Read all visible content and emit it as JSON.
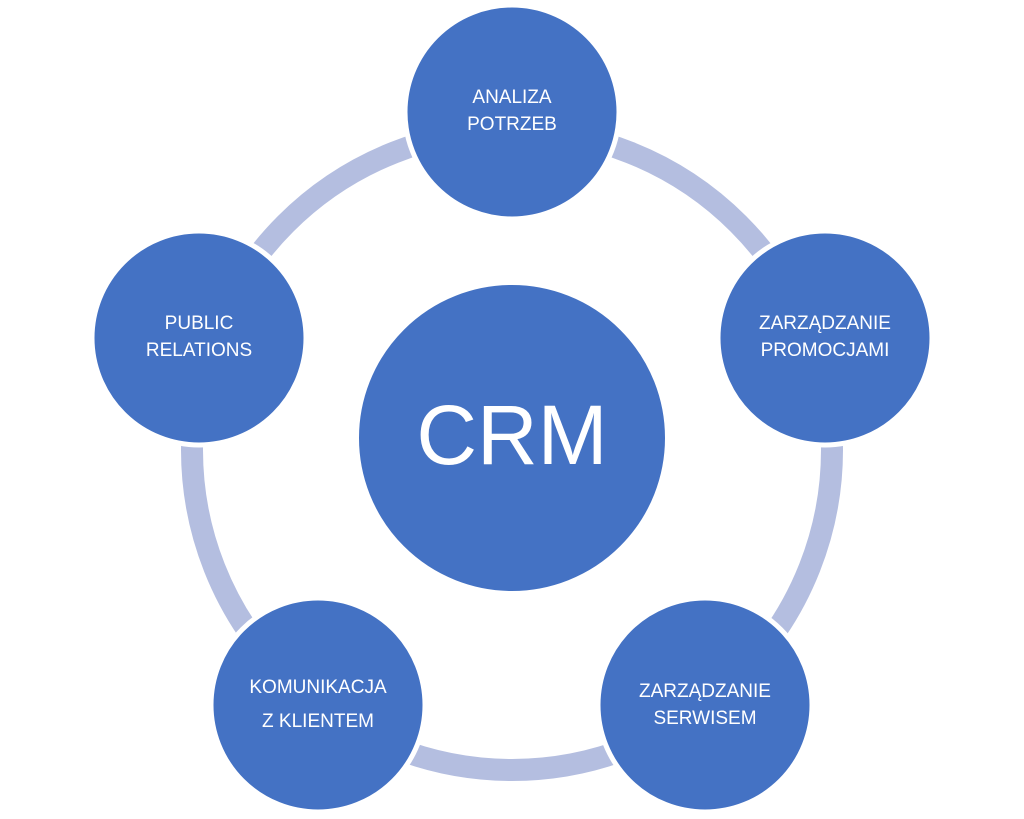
{
  "center": {
    "label": "CRM"
  },
  "nodes": [
    {
      "lines": [
        "ANALIZA",
        "POTRZEB"
      ]
    },
    {
      "lines": [
        "ZARZĄDZANIE",
        "PROMOCJAMI"
      ]
    },
    {
      "lines": [
        "ZARZĄDZANIE",
        "SERWISEM"
      ]
    },
    {
      "lines": [
        "KOMUNIKACJA",
        "Z KLIENTEM"
      ]
    },
    {
      "lines": [
        "PUBLIC",
        "RELATIONS"
      ]
    }
  ],
  "colors": {
    "node_fill": "#4472C4",
    "node_stroke": "#ffffff",
    "ring": "#B4BEE0",
    "text": "#ffffff"
  }
}
